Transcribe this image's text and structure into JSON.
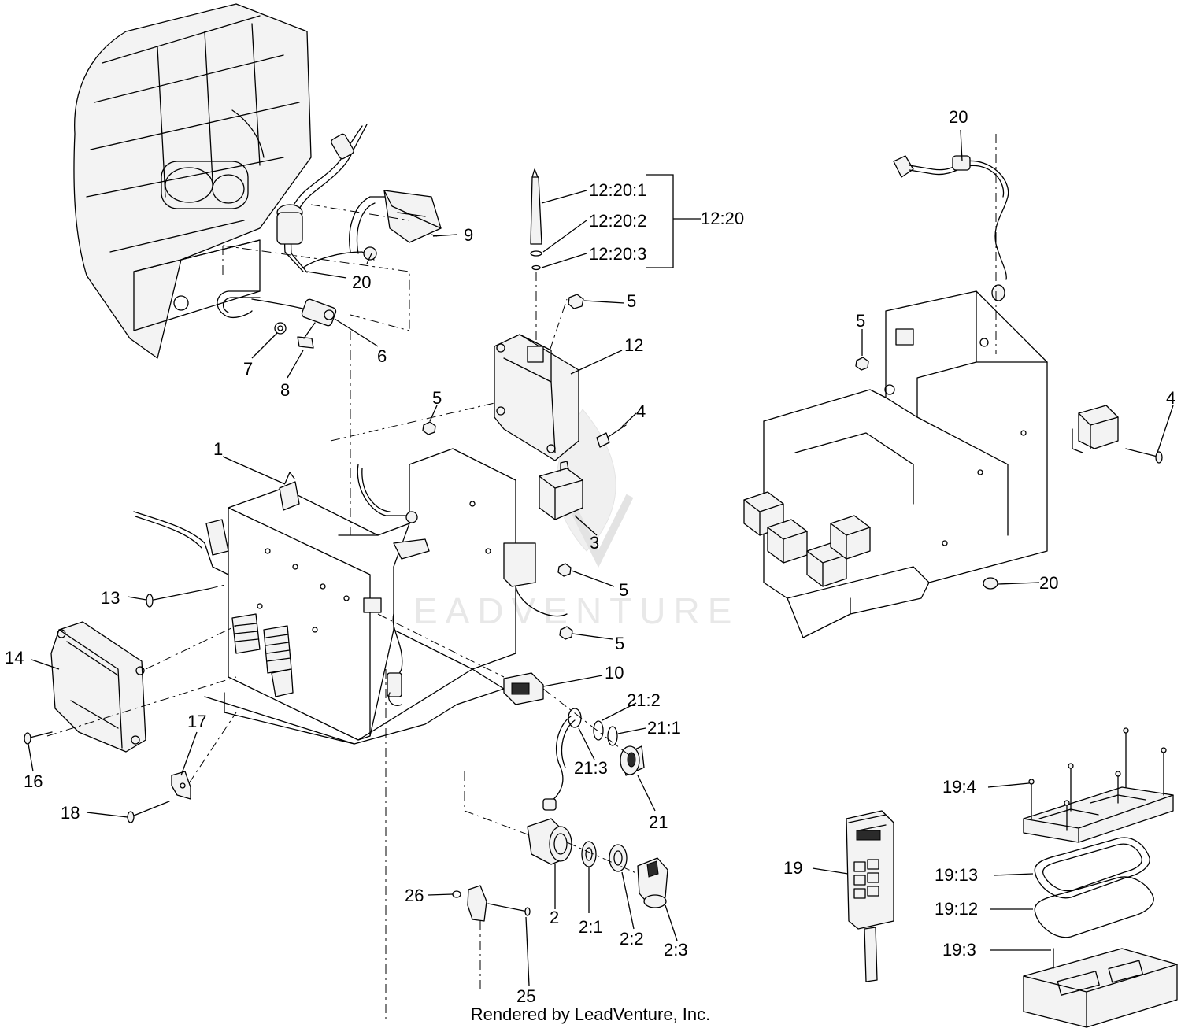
{
  "callouts": [
    {
      "id": "1",
      "label": "1"
    },
    {
      "id": "2",
      "label": "2"
    },
    {
      "id": "2_1",
      "label": "2:1"
    },
    {
      "id": "2_2",
      "label": "2:2"
    },
    {
      "id": "2_3",
      "label": "2:3"
    },
    {
      "id": "3",
      "label": "3"
    },
    {
      "id": "4a",
      "label": "4"
    },
    {
      "id": "4b",
      "label": "4"
    },
    {
      "id": "5a",
      "label": "5"
    },
    {
      "id": "5b",
      "label": "5"
    },
    {
      "id": "5c",
      "label": "5"
    },
    {
      "id": "5d",
      "label": "5"
    },
    {
      "id": "5e",
      "label": "5"
    },
    {
      "id": "6",
      "label": "6"
    },
    {
      "id": "7",
      "label": "7"
    },
    {
      "id": "8",
      "label": "8"
    },
    {
      "id": "9",
      "label": "9"
    },
    {
      "id": "10",
      "label": "10"
    },
    {
      "id": "12",
      "label": "12"
    },
    {
      "id": "12_20",
      "label": "12:20"
    },
    {
      "id": "12_20_1",
      "label": "12:20:1"
    },
    {
      "id": "12_20_2",
      "label": "12:20:2"
    },
    {
      "id": "12_20_3",
      "label": "12:20:3"
    },
    {
      "id": "13",
      "label": "13"
    },
    {
      "id": "14",
      "label": "14"
    },
    {
      "id": "16",
      "label": "16"
    },
    {
      "id": "17",
      "label": "17"
    },
    {
      "id": "18",
      "label": "18"
    },
    {
      "id": "19",
      "label": "19"
    },
    {
      "id": "19_3",
      "label": "19:3"
    },
    {
      "id": "19_4",
      "label": "19:4"
    },
    {
      "id": "19_12",
      "label": "19:12"
    },
    {
      "id": "19_13",
      "label": "19:13"
    },
    {
      "id": "20a",
      "label": "20"
    },
    {
      "id": "20b",
      "label": "20"
    },
    {
      "id": "20c",
      "label": "20"
    },
    {
      "id": "21",
      "label": "21"
    },
    {
      "id": "21_1",
      "label": "21:1"
    },
    {
      "id": "21_2",
      "label": "21:2"
    },
    {
      "id": "21_3",
      "label": "21:3"
    },
    {
      "id": "25",
      "label": "25"
    },
    {
      "id": "26",
      "label": "26"
    }
  ],
  "watermark": "EADVENTURE",
  "footer": "Rendered by LeadVenture, Inc."
}
